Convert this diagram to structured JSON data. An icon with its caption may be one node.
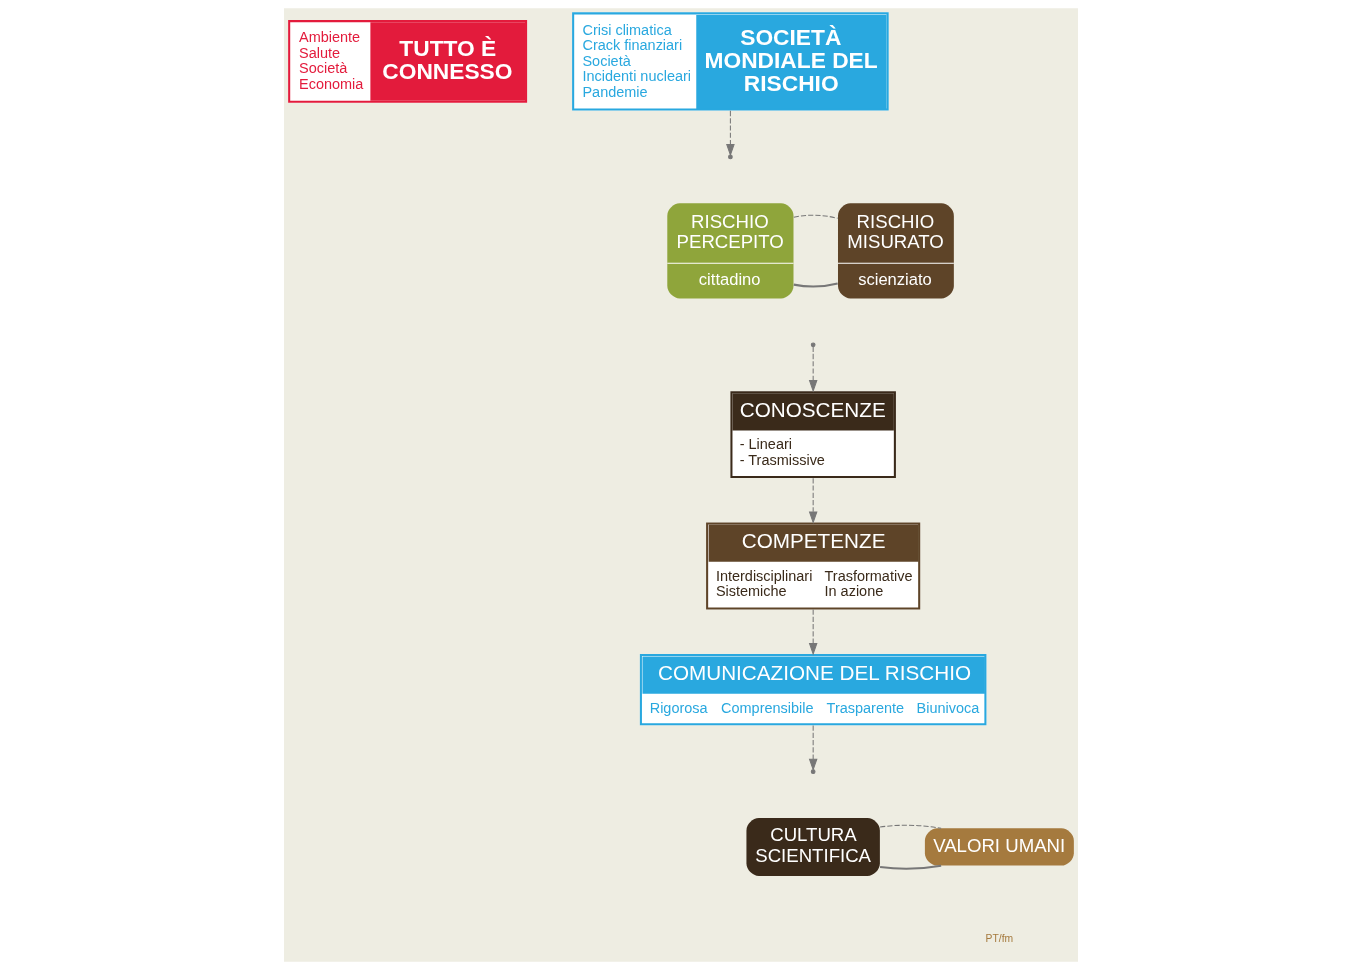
{
  "diagram": {
    "nodes": [
      {
        "text": [
          "Ambiente",
          "Salute",
          "Società",
          "Economia",
          "TUTTO È CONNESSO"
        ]
      },
      {
        "text": [
          "Crisi climatica",
          "Crack finanziari",
          "Società",
          "Incidenti nucleari",
          "Pandemie",
          "SOCIETÀ MONDIALE DEL RISCHIO"
        ]
      },
      {
        "text": [
          "RISCHIO PERCEPITO",
          "cittadino"
        ]
      },
      {
        "text": [
          "RISCHIO MISURATO",
          "scienziato"
        ]
      },
      {
        "text": [
          "CONOSCENZE",
          "- Lineari",
          "- Trasmissive"
        ]
      },
      {
        "text": [
          "COMPETENZE",
          "Interdisciplinari",
          "Sistemiche",
          "Trasformative",
          "In azione"
        ]
      },
      {
        "text": [
          "COMUNICAZIONE DEL RISCHIO",
          "Rigorosa",
          "Comprensibile",
          "Trasparente",
          "Biunivoca"
        ]
      },
      {
        "text": [
          "CULTURA SCIENTIFICA"
        ]
      },
      {
        "text": [
          "VALORI UMANI"
        ]
      }
    ],
    "edges": [
      {
        "from": 1,
        "to": null,
        "arrow": "to",
        "style": "dashed"
      },
      {
        "from": 2,
        "to": 3,
        "arrow": "none"
      },
      {
        "from": 2,
        "to": 3,
        "arrow": "none",
        "style": "dashed"
      },
      {
        "from": null,
        "to": 4,
        "arrow": "to",
        "style": "dashed"
      },
      {
        "from": 4,
        "to": 5,
        "arrow": "to",
        "style": "dashed"
      },
      {
        "from": 5,
        "to": 6,
        "arrow": "to",
        "style": "dashed"
      },
      {
        "from": 6,
        "to": null,
        "arrow": "to",
        "style": "dashed"
      },
      {
        "from": 7,
        "to": 8,
        "arrow": "none"
      },
      {
        "from": 7,
        "to": 8,
        "arrow": "none",
        "style": "dashed"
      }
    ],
    "labels": [
      "PT/fm"
    ]
  }
}
